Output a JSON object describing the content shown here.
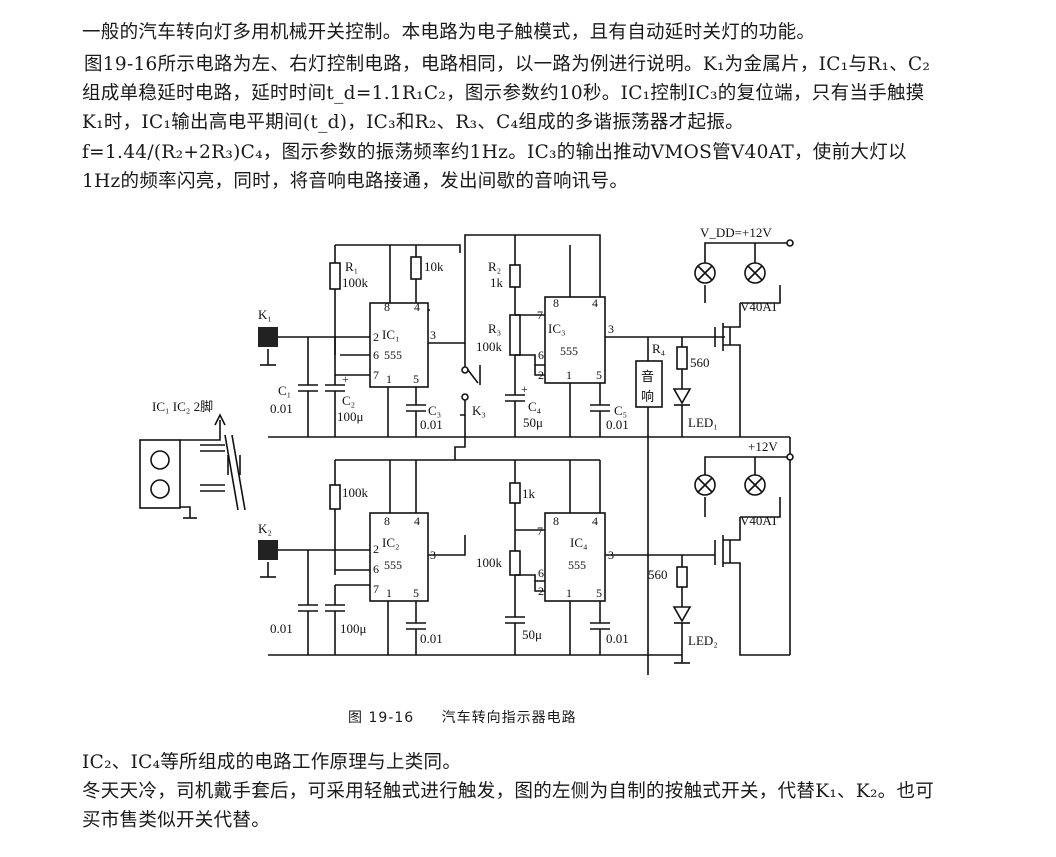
{
  "text": {
    "p1": "一般的汽车转向灯多用机械开关控制。本电路为电子触模式，且有自动延时关灯的功能。",
    "p2": "图19-16所示电路为左、右灯控制电路，电路相同，以一路为例进行说明。K₁为金属片，IC₁与R₁、C₂组成单稳延时电路，延时时间t_d=1.1R₁C₂，图示参数约10秒。IC₁控制IC₃的复位端，只有当手触摸K₁时，IC₁输出高电平期间(t_d)，IC₃和R₂、R₃、C₄组成的多谐振荡器才起振。f=1.44/(R₂+2R₃)C₄，图示参数的振荡频率约1Hz。IC₃的输出推动VMOS管V40AT，使前大灯以1Hz的频率闪亮，同时，将音响电路接通，发出间歇的音响讯号。",
    "p3": "IC₂、IC₄等所组成的电路工作原理与上类同。",
    "p4": "冬天天冷，司机戴手套后，可采用轻触式进行触发，图的左侧为自制的按触式开关，代替K₁、K₂。也可买市售类似开关代替。"
  },
  "caption": {
    "number": "图 19-16",
    "title": "汽车转向指示器电路"
  },
  "circuit": {
    "ic_chip_name": "555",
    "ic1": "IC₁",
    "ic2": "IC₂",
    "ic3": "IC₃",
    "ic4": "IC₄",
    "pin2": "2",
    "pin6": "6",
    "pin7": "7",
    "pin1": "1",
    "pin5": "5",
    "pin3": "3",
    "pin8": "8",
    "pin4": "4",
    "k1": "K₁",
    "k2": "K₂",
    "k3": "K₃",
    "r1": "R₁",
    "r1_val": "100k",
    "r_10k": "10k",
    "r2": "R₂",
    "r2_val": "1k",
    "r3": "R₃",
    "r3_val": "100k",
    "r4": "R₄",
    "r_560": "560",
    "c1": "C₁",
    "c1_val": "0.01",
    "c2": "C₂",
    "c2_val": "100μ",
    "c3": "C₃",
    "c3_val": "0.01",
    "c4": "C₄",
    "c4_val": "50μ",
    "c5": "C₅",
    "c5_val": "0.01",
    "lower_100k": "100k",
    "lower_1k": "1k",
    "lower_r3": "100k",
    "lower_c1": "0.01",
    "lower_c2": "100μ",
    "lower_c3": "0.01",
    "lower_c4": "50μ",
    "lower_c5": "0.01",
    "vdd": "V_DD=+12V",
    "v12": "+12V",
    "mos": "V40AT",
    "speaker_a": "音",
    "speaker_b": "响",
    "led1": "LED₁",
    "led2": "LED₂",
    "switch_label": "IC₁ IC₂ 2脚",
    "plus": "+"
  }
}
